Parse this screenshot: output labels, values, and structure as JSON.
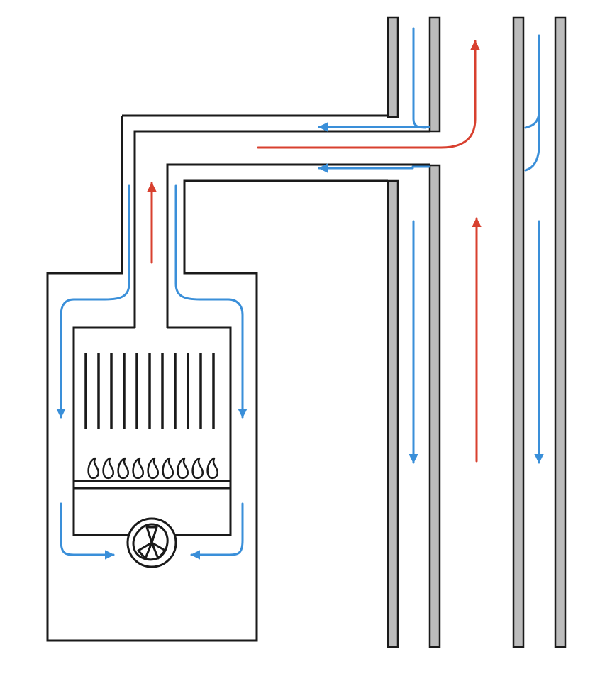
{
  "diagram": {
    "kind": "gas boiler with coaxial flue and shared chimney ducts",
    "text_labels": [],
    "colors": {
      "background": "#ffffff",
      "outline": "#1a1a1a",
      "wall_fill": "#bcbcbc",
      "fresh_air_flow": "#3a8fd9",
      "exhaust_flow": "#d8402f"
    },
    "components": [
      {
        "id": "boiler-casing",
        "icon": "boiler-outer-casing"
      },
      {
        "id": "combustion-chamber",
        "icon": "inner-chamber"
      },
      {
        "id": "heat-exchanger",
        "icon": "vertical-fins",
        "count": 11
      },
      {
        "id": "burner",
        "icon": "flame-row",
        "count": 9
      },
      {
        "id": "fan",
        "icon": "fan-icon"
      },
      {
        "id": "coaxial-flue",
        "icon": "concentric-pipe"
      },
      {
        "id": "chimney-left",
        "icon": "double-wall-duct"
      },
      {
        "id": "chimney-right",
        "icon": "double-wall-duct"
      }
    ],
    "flows": [
      {
        "id": "exhaust-up-flue",
        "kind": "exhaust"
      },
      {
        "id": "exhaust-through-wall",
        "kind": "exhaust"
      },
      {
        "id": "exhaust-rising-chimney",
        "kind": "exhaust"
      },
      {
        "id": "air-inlet-upper",
        "kind": "fresh-air"
      },
      {
        "id": "air-inlet-lower",
        "kind": "fresh-air"
      },
      {
        "id": "air-down-casing",
        "kind": "fresh-air"
      },
      {
        "id": "air-down-duct",
        "kind": "fresh-air"
      },
      {
        "id": "air-to-fan",
        "kind": "fresh-air"
      }
    ]
  }
}
